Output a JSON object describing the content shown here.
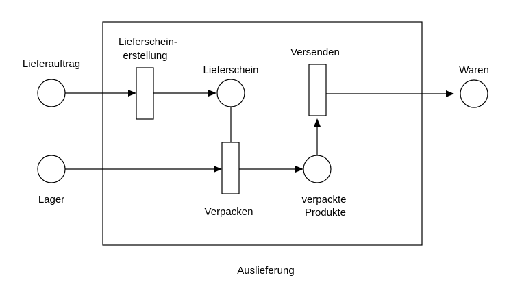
{
  "diagram": {
    "subprocess": {
      "label": "Auslieferung"
    },
    "places": {
      "lieferauftrag": "Lieferauftrag",
      "lager": "Lager",
      "lieferschein": "Lieferschein",
      "verpackte_produkte_line1": "verpackte",
      "verpackte_produkte_line2": "Produkte",
      "waren": "Waren"
    },
    "transitions": {
      "lieferscheinerstellung_line1": "Lieferschein-",
      "lieferscheinerstellung_line2": "erstellung",
      "verpacken": "Verpacken",
      "versenden": "Versenden"
    }
  }
}
